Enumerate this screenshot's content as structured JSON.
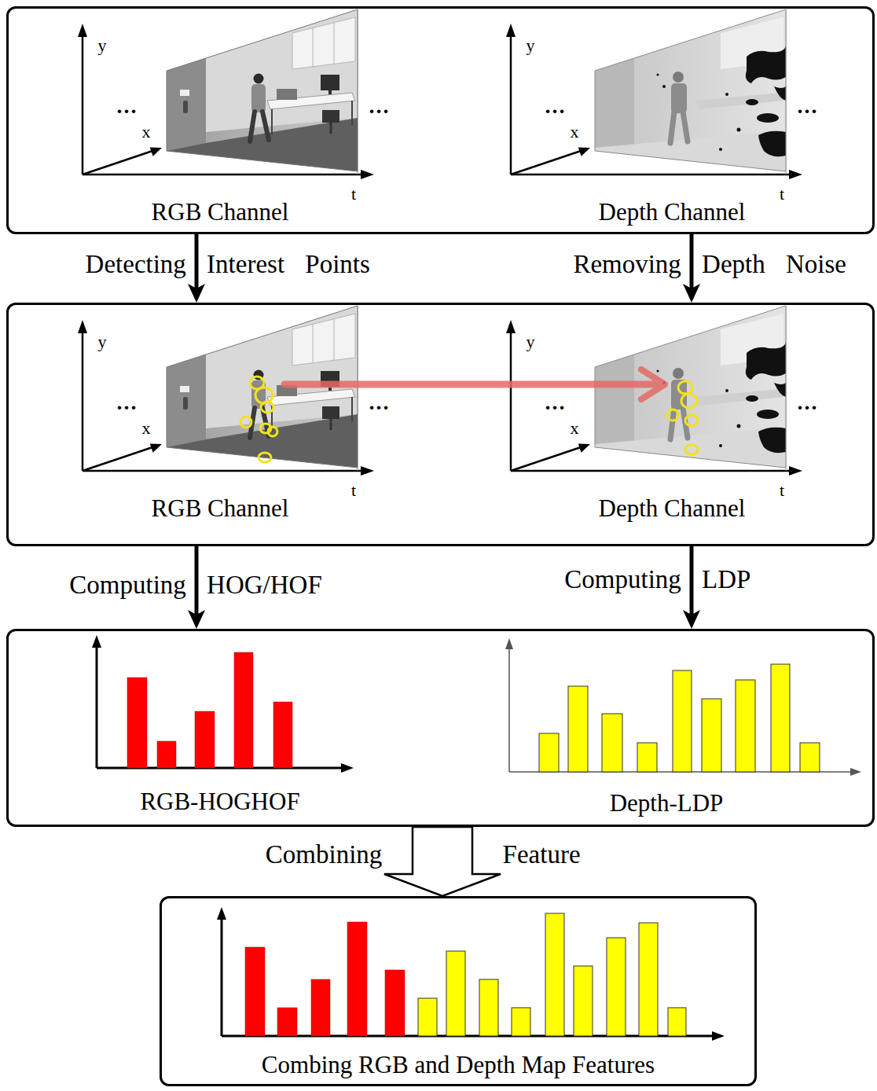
{
  "diagram": {
    "nodes": [
      {
        "text": [
          "RGB Channel",
          "Depth Channel"
        ]
      },
      {
        "text": [
          "RGB Channel",
          "Depth Channel"
        ]
      },
      {
        "text": [
          "RGB-HOGHOF",
          "Depth-LDP"
        ]
      },
      {
        "text": [
          "Combing RGB and Depth Map Features"
        ]
      }
    ],
    "edges": [
      {
        "from": 0,
        "to": 1,
        "arrow": "to",
        "label": "Detecting Interest Points"
      },
      {
        "from": 0,
        "to": 1,
        "arrow": "to",
        "label": "Removing Depth Noise"
      },
      {
        "from": 1,
        "to": 2,
        "arrow": "to",
        "label": "Computing HOG/HOF"
      },
      {
        "from": 1,
        "to": 2,
        "arrow": "to",
        "label": "Computing LDP"
      },
      {
        "from": 2,
        "to": 3,
        "arrow": "to",
        "label": "Combining Feature"
      }
    ],
    "labels": [
      "y",
      "x",
      "t",
      "...",
      "...",
      "y",
      "x",
      "t",
      "...",
      "...",
      "y",
      "x",
      "t",
      "...",
      "...",
      "y",
      "x",
      "t",
      "...",
      "..."
    ]
  }
}
